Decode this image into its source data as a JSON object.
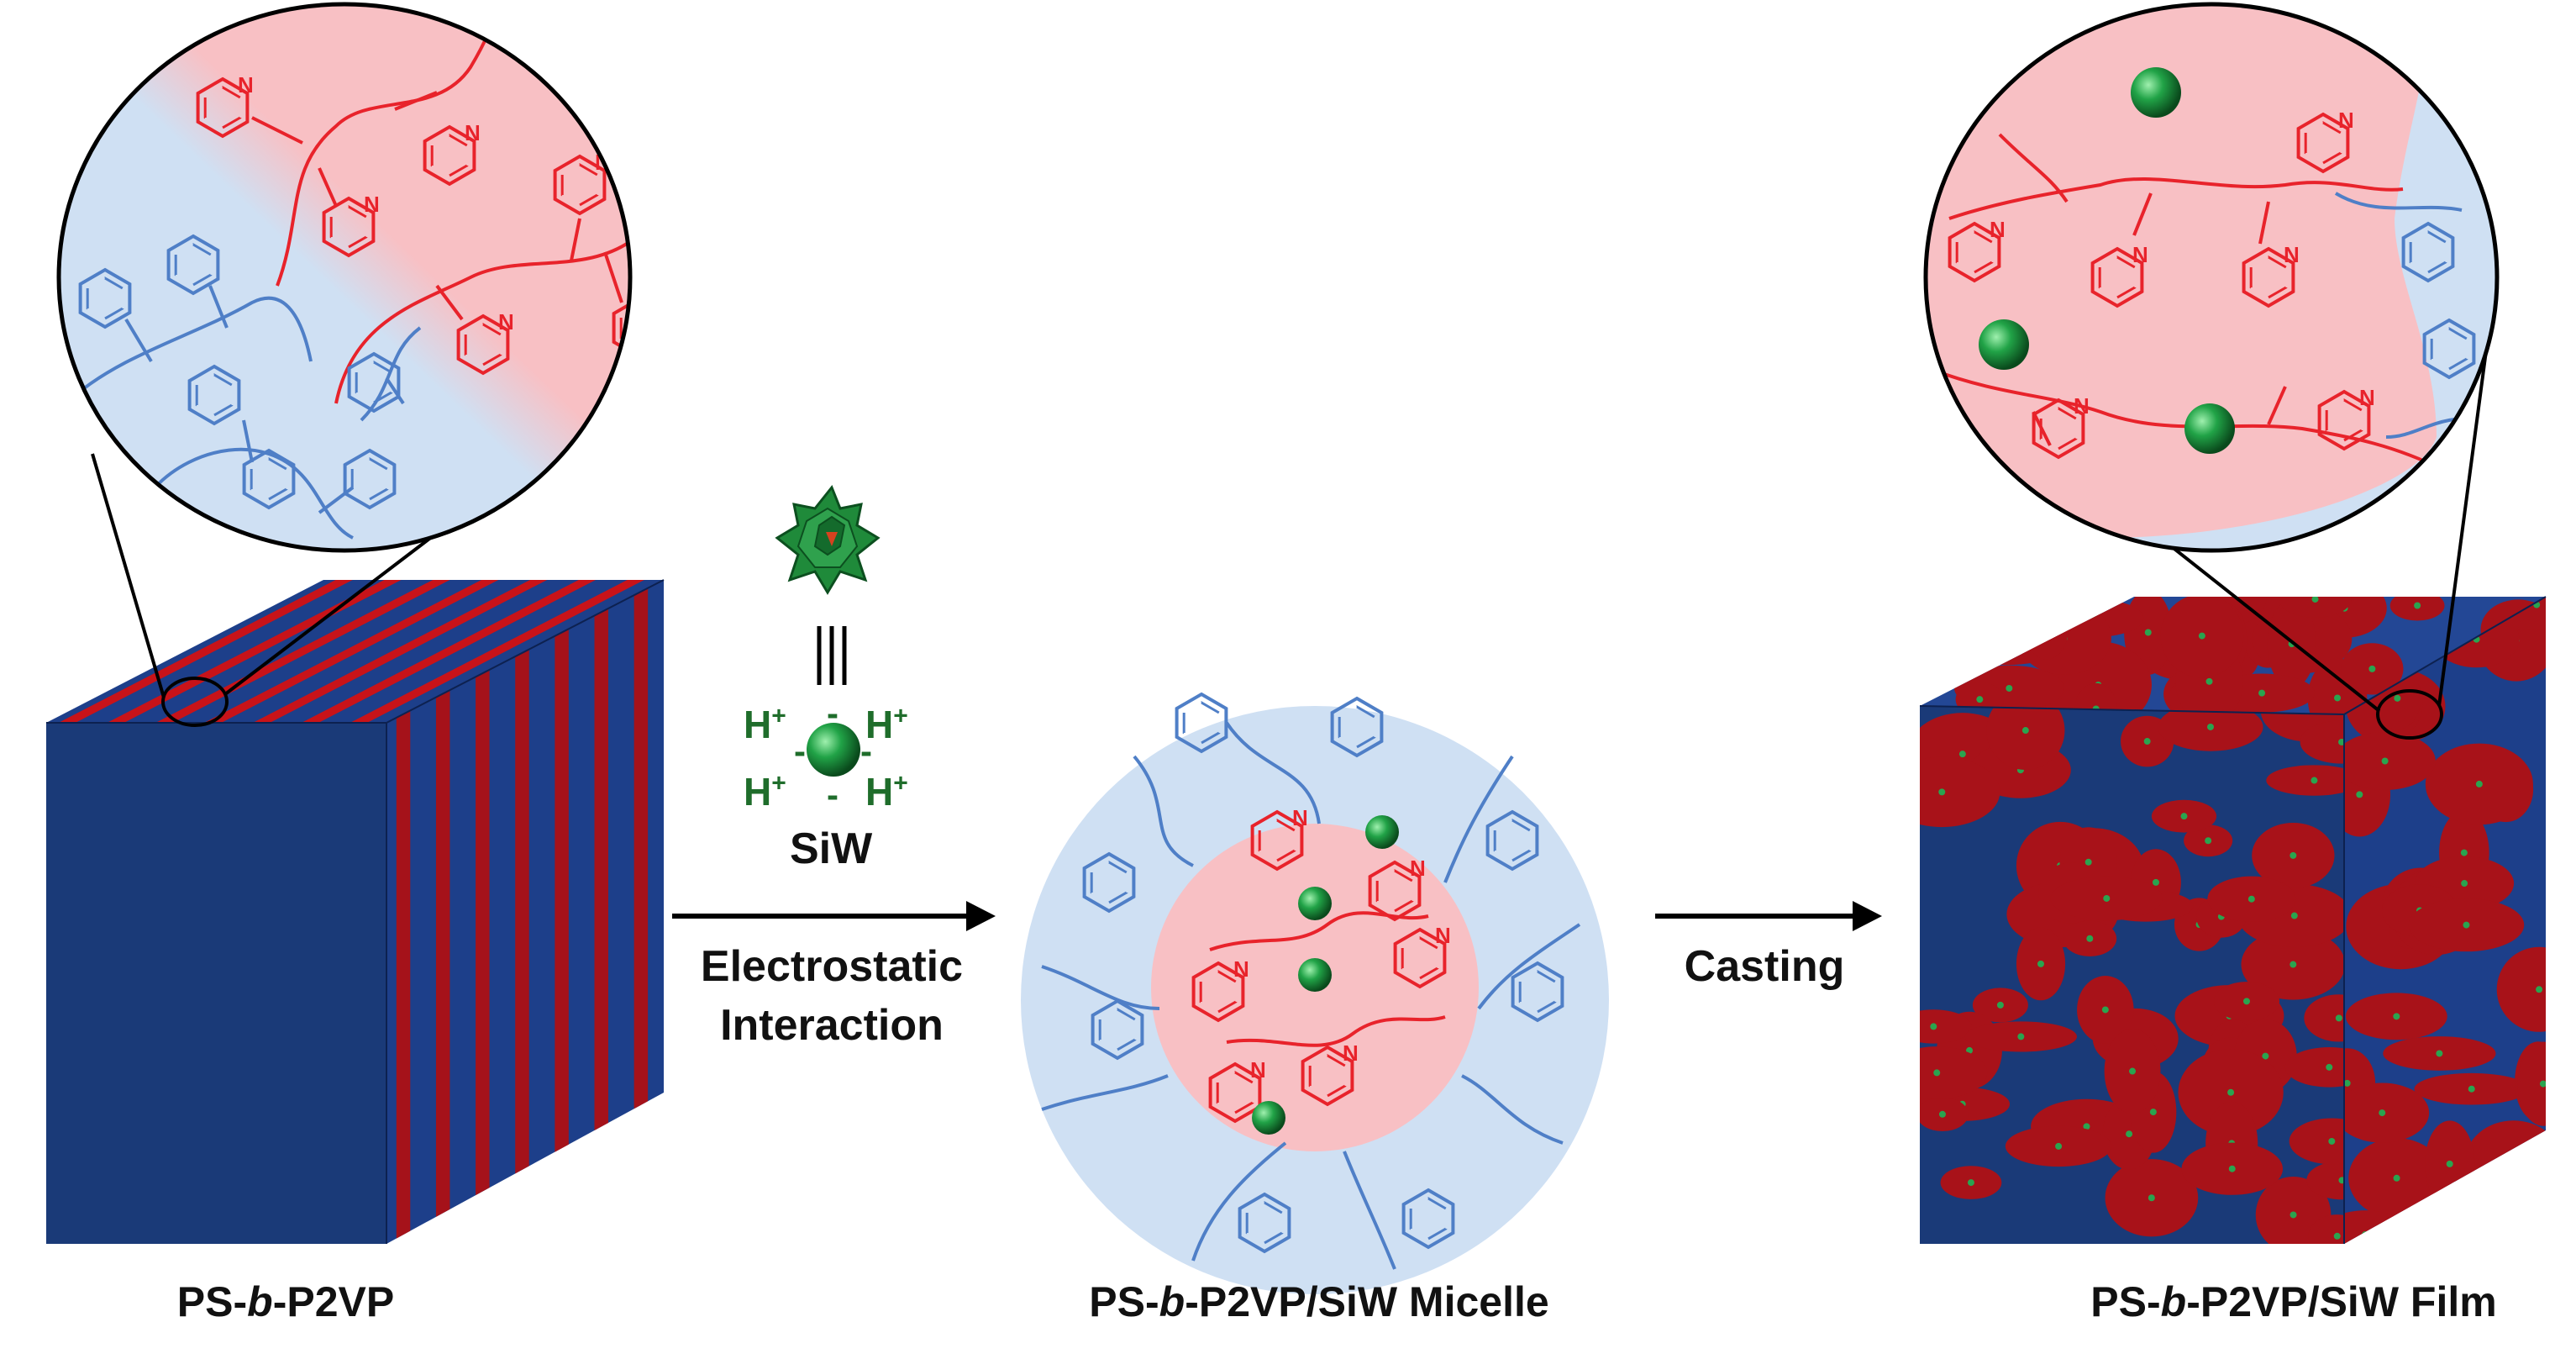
{
  "captions": {
    "left_prefix": "PS-",
    "left_italic": "b",
    "left_suffix": "-P2VP",
    "middle_prefix": "PS-",
    "middle_italic": "b",
    "middle_suffix": "-P2VP/SiW  Micelle",
    "right_prefix": "PS-",
    "right_italic": "b",
    "right_suffix": "-P2VP/SiW  Film"
  },
  "steps": {
    "step1_line1": "Electrostatic",
    "step1_line2": "Interaction",
    "step2": "Casting"
  },
  "siw": {
    "label": "SiW",
    "proton": "H",
    "proton_charge": "+",
    "anion_charge": "-",
    "equivalence": "|||"
  },
  "colors": {
    "ps_blue": "#4f7fc7",
    "p2vp_red": "#e8232b",
    "cube_blue": "#1d3f8a",
    "cube_red": "#c81319",
    "pale_blue": "#cfe0f3",
    "pale_red": "#f8c0c4",
    "siw_green": "#1e8a3c"
  },
  "icons": [
    "polyoxometalate-cluster-icon",
    "siw-ball-icon",
    "arrow-icon",
    "lamellar-cube-icon",
    "dispersed-film-cube-icon",
    "micelle-icon"
  ]
}
